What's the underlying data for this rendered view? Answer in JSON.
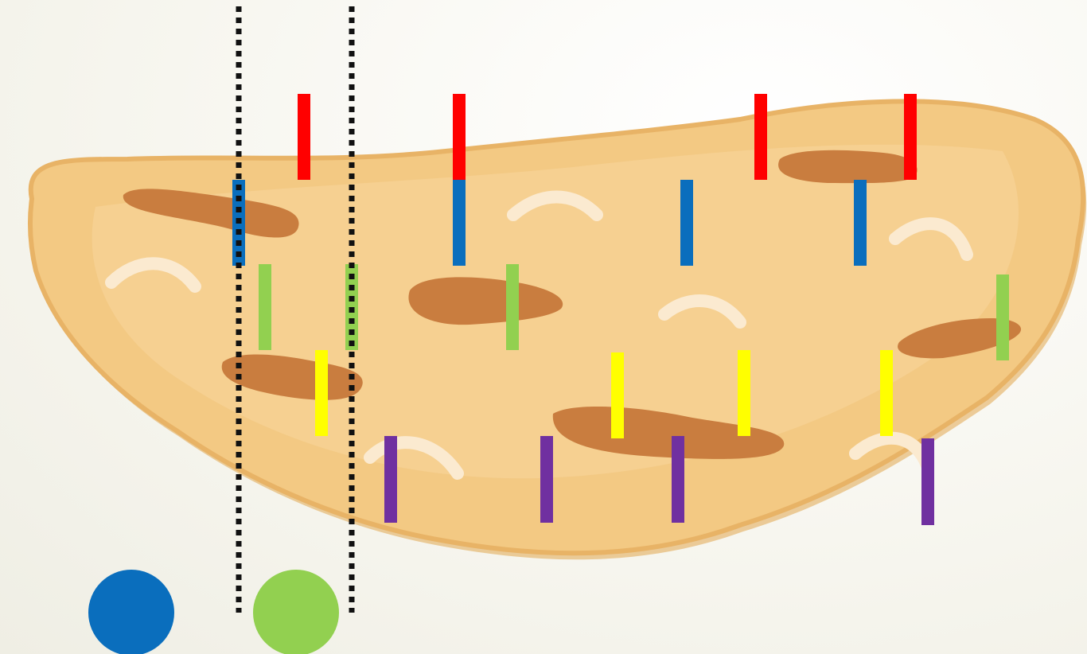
{
  "colors": {
    "background": "#f6f5ee",
    "bread": "#f3c983",
    "bread_edge": "#e8b366",
    "bread_crust": "#dba45a",
    "burn_mark": "#c97d3f",
    "cream_mark": "#fbead0",
    "divider": "#111111",
    "red": "#ff0000",
    "blue": "#0a6ebd",
    "green": "#92d050",
    "yellow": "#ffff00",
    "purple": "#7030a0"
  },
  "illustration": {
    "subject": "naan-bread-icon"
  },
  "markers": {
    "rows": [
      {
        "color_name": "red",
        "count": 4
      },
      {
        "color_name": "blue",
        "count": 4
      },
      {
        "color_name": "green",
        "count": 4
      },
      {
        "color_name": "yellow",
        "count": 4
      },
      {
        "color_name": "purple",
        "count": 4
      }
    ]
  },
  "dividers": {
    "style": "dotted",
    "count": 2
  },
  "legend": {
    "circles": [
      {
        "color_name": "blue"
      },
      {
        "color_name": "green"
      }
    ]
  }
}
